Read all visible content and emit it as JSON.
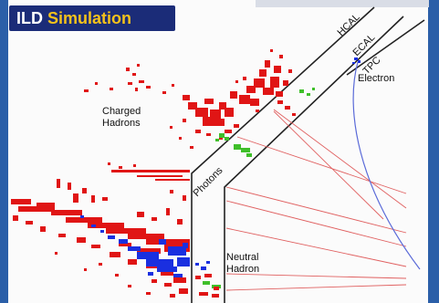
{
  "title": {
    "prefix": "ILD",
    "emph": "Simulation"
  },
  "labels": {
    "hcal": "HCAL",
    "ecal": "ECAL",
    "tpc": "TPC",
    "electron": "Electron",
    "charged_hadrons_line1": "Charged",
    "charged_hadrons_line2": "Hadrons",
    "photons": "Photons",
    "neutral_hadron_line1": "Neutral",
    "neutral_hadron_line2": "Hadron"
  },
  "colors": {
    "frame_blue": "#2b5fa8",
    "badge_navy": "#1b2c78",
    "badge_accent": "#f4c21b",
    "charged_hits": "#e01515",
    "photon_hits": "#3fbf2a",
    "neutral_hits": "#1a2fe0",
    "tracks": "#e06060",
    "electron_track": "#5a6ad8",
    "boundary_lines": "#222222"
  }
}
